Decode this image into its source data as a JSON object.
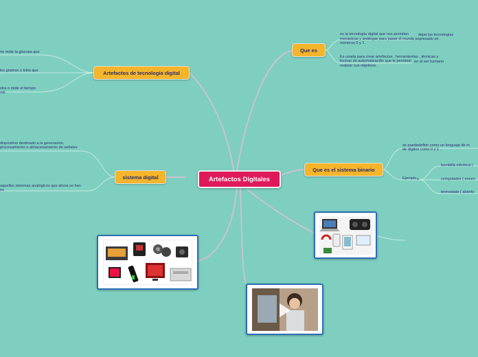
{
  "root": {
    "label": "Artefactos Digitales"
  },
  "branches": {
    "que_es": {
      "label": "Que es",
      "texts": [
        "es la tecnología digital que nos permiten",
        "dejar las tecnologías",
        "mecánicas y análogas para pasar el mundo expresado en",
        "números 0 y 1 .",
        "Es usada para crear artefactos , herramientas , técnicas y",
        "formas de automatización que le permiten",
        "en al ser humano",
        "realizar sus objetivos."
      ]
    },
    "artefactos_tecnologia": {
      "label": "Artefactos de tecnología digital",
      "texts": [
        "rio mide la glucosa que",
        "los gramos o kilos que",
        "stra o mide el tiempo",
        "nal."
      ]
    },
    "sistema_digital": {
      "label": "sistema digital",
      "texts": [
        "dispositivo destinado a la generación,",
        "procesamiento o almacenamiento de señales",
        "aquellos sistemas analógicos que ahora se han",
        "es"
      ]
    },
    "sistema_binario": {
      "label": "Que es el sistema binario",
      "texts": [
        "se puede",
        "definir como un lenguaje de m",
        "de dígitos como 0 y 1 .",
        "Ejemplo",
        "s",
        "bombilla eléctrica (",
        "computador ( encen",
        "termostato ( abierto"
      ]
    }
  },
  "colors": {
    "background": "#7ecfc0",
    "root": "#e0195a",
    "branch": "#f5b52a",
    "text": "#2c2c6e",
    "image_border": "#2c6db5"
  }
}
